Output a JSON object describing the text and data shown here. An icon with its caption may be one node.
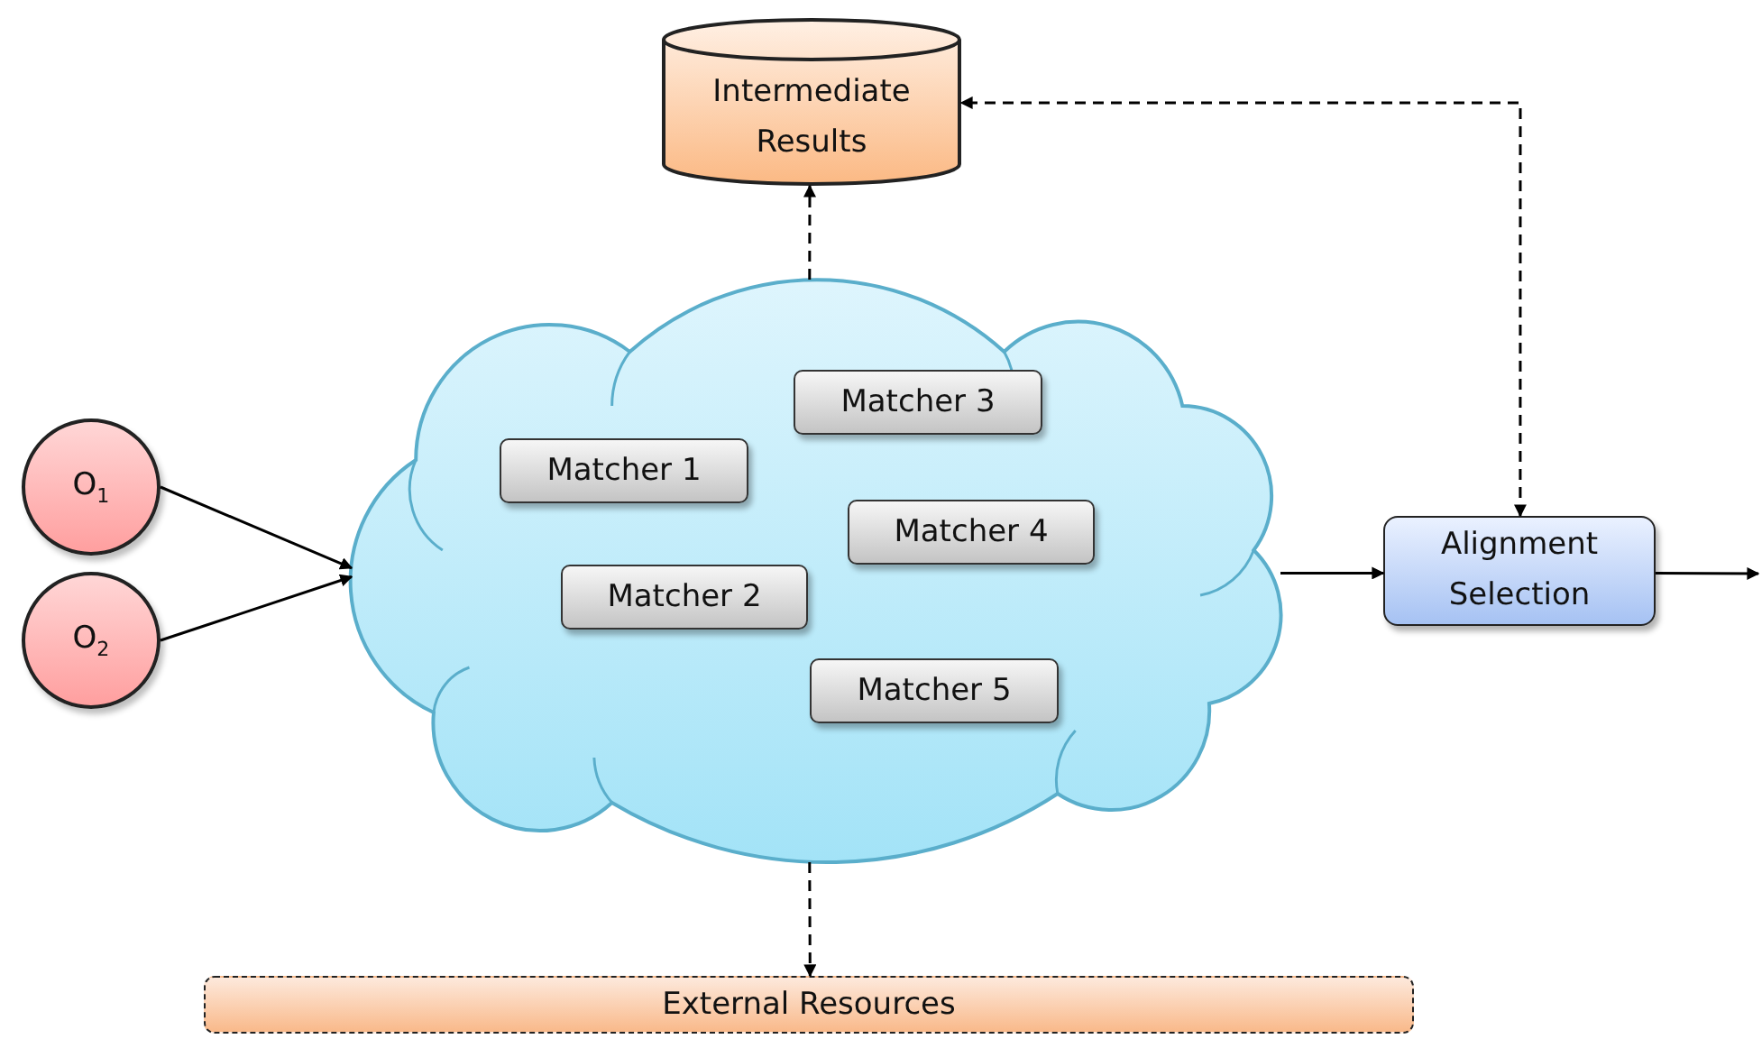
{
  "diagram": {
    "nodes": [
      {
        "text": [
          "Intermediate Results"
        ]
      },
      {
        "text": [
          "O$_{1}$"
        ]
      },
      {
        "text": [
          "O$_{2}$"
        ]
      },
      {
        "text": [],
        "shape": "cloud"
      },
      {
        "text": [
          "Matcher 3"
        ],
        "in": 3
      },
      {
        "text": [
          "Matcher 1"
        ],
        "in": 3
      },
      {
        "text": [
          "Matcher 4"
        ],
        "in": 3
      },
      {
        "text": [
          "Matcher 2"
        ],
        "in": 3
      },
      {
        "text": [
          "Matcher 5"
        ],
        "in": 3
      },
      {
        "text": [
          "Alignment Selection"
        ]
      },
      {
        "text": [
          "External Resources"
        ]
      }
    ],
    "edges": [
      {
        "from": 1,
        "to": 3,
        "arrow": "to"
      },
      {
        "from": 2,
        "to": 3,
        "arrow": "to"
      },
      {
        "from": 3,
        "to": 0,
        "arrow": "to",
        "style": "dashed"
      },
      {
        "from": 3,
        "to": 10,
        "arrow": "to",
        "style": "dashed"
      },
      {
        "from": 3,
        "to": 9,
        "arrow": "to"
      },
      {
        "from": 9,
        "to": null,
        "arrow": "to"
      },
      {
        "from": 9,
        "to": 0,
        "arrow": "both",
        "style": "dashed"
      }
    ]
  }
}
